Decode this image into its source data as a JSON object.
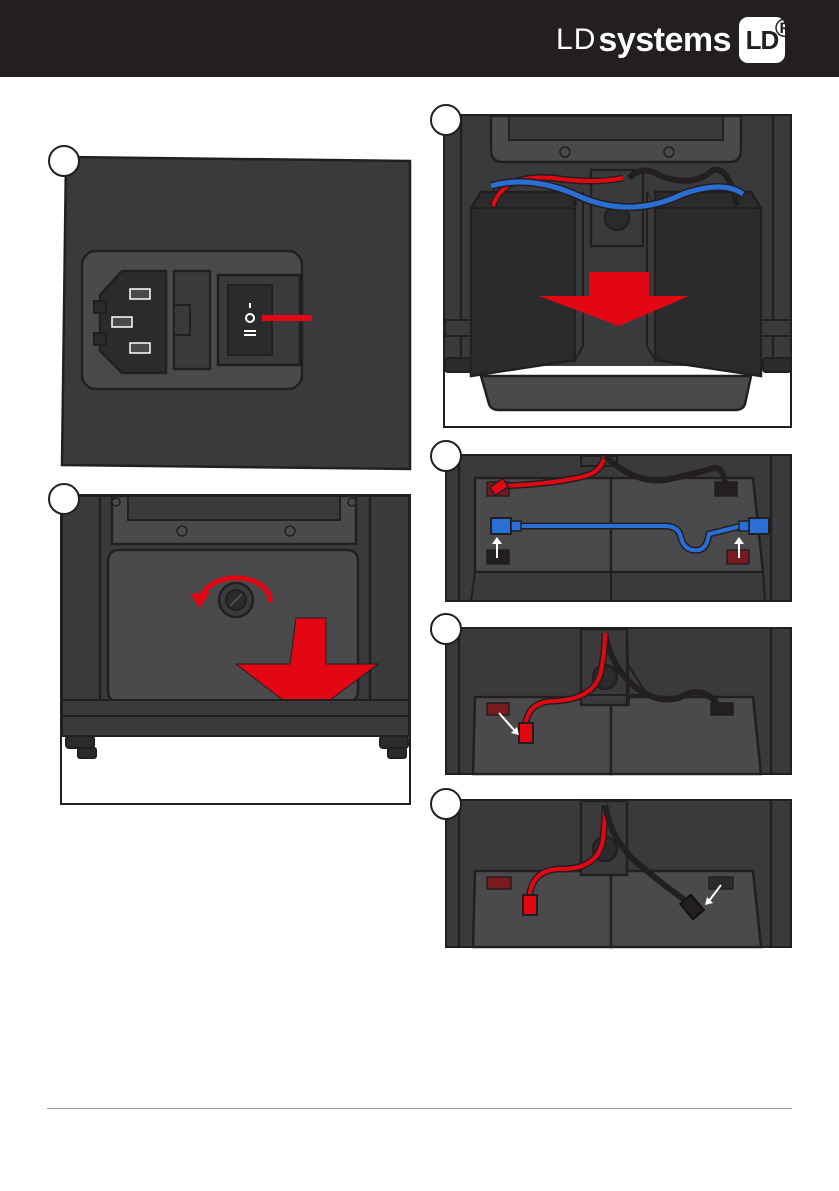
{
  "header": {
    "brand_prefix": "LD",
    "brand_name": "systems",
    "brand_badge": "LD",
    "brand_reg": "®"
  },
  "colors": {
    "header_bg": "#231f20",
    "panel_dark": "#3a3a3c",
    "arrow_red": "#e30613",
    "cable_blue": "#2a6fd6",
    "cable_red": "#e30613"
  },
  "steps": [
    {
      "icon": "power-switch-off-icon"
    },
    {
      "icon": "unscrew-cover-icon"
    },
    {
      "icon": "pull-battery-icon"
    },
    {
      "icon": "disconnect-blue-cable-icon"
    },
    {
      "icon": "disconnect-red-cable-icon"
    },
    {
      "icon": "disconnect-black-cable-icon"
    }
  ]
}
